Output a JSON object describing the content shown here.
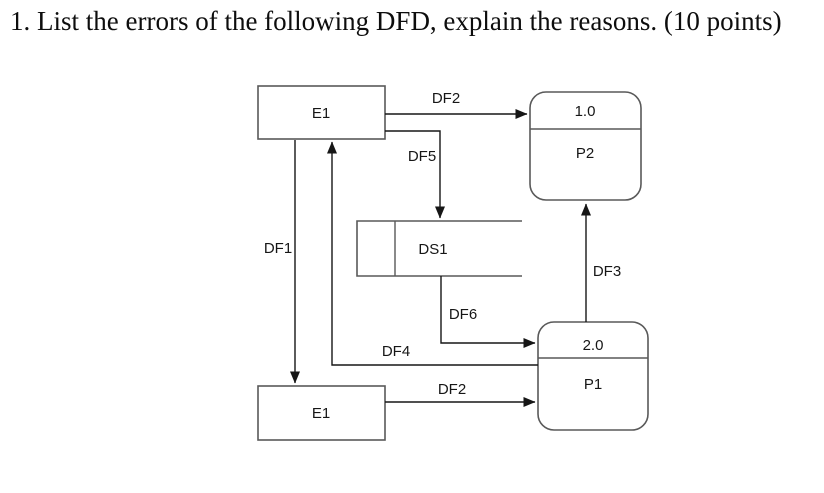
{
  "page": {
    "title": "1. List the errors of the following DFD, explain the reasons. (10 points)"
  },
  "colors": {
    "background": "#ffffff",
    "box_border": "#595959",
    "flow_line": "#161616",
    "text": "#161616"
  },
  "diagram": {
    "type": "data-flow-diagram",
    "entities": [
      {
        "id": "e1-top",
        "label": "E1"
      },
      {
        "id": "e1-bottom",
        "label": "E1"
      }
    ],
    "processes": [
      {
        "id": "p2",
        "number": "1.0",
        "label": "P2"
      },
      {
        "id": "p1",
        "number": "2.0",
        "label": "P1"
      }
    ],
    "data_stores": [
      {
        "id": "ds1",
        "label": "DS1"
      }
    ],
    "flows": [
      {
        "id": "df2-top",
        "label": "DF2",
        "from": "E1 (top)",
        "to": "P2"
      },
      {
        "id": "df5",
        "label": "DF5",
        "from": "E1 (top)",
        "to": "DS1"
      },
      {
        "id": "df1",
        "label": "DF1",
        "from": "E1 (top)",
        "to": "E1 (bottom)"
      },
      {
        "id": "df4",
        "label": "DF4",
        "from": "P1",
        "to": "E1 (top)"
      },
      {
        "id": "df6",
        "label": "DF6",
        "from": "DS1",
        "to": "P1"
      },
      {
        "id": "df3",
        "label": "DF3",
        "from": "P1",
        "to": "P2"
      },
      {
        "id": "df2-bottom",
        "label": "DF2",
        "from": "E1 (bottom)",
        "to": "P1"
      }
    ]
  }
}
